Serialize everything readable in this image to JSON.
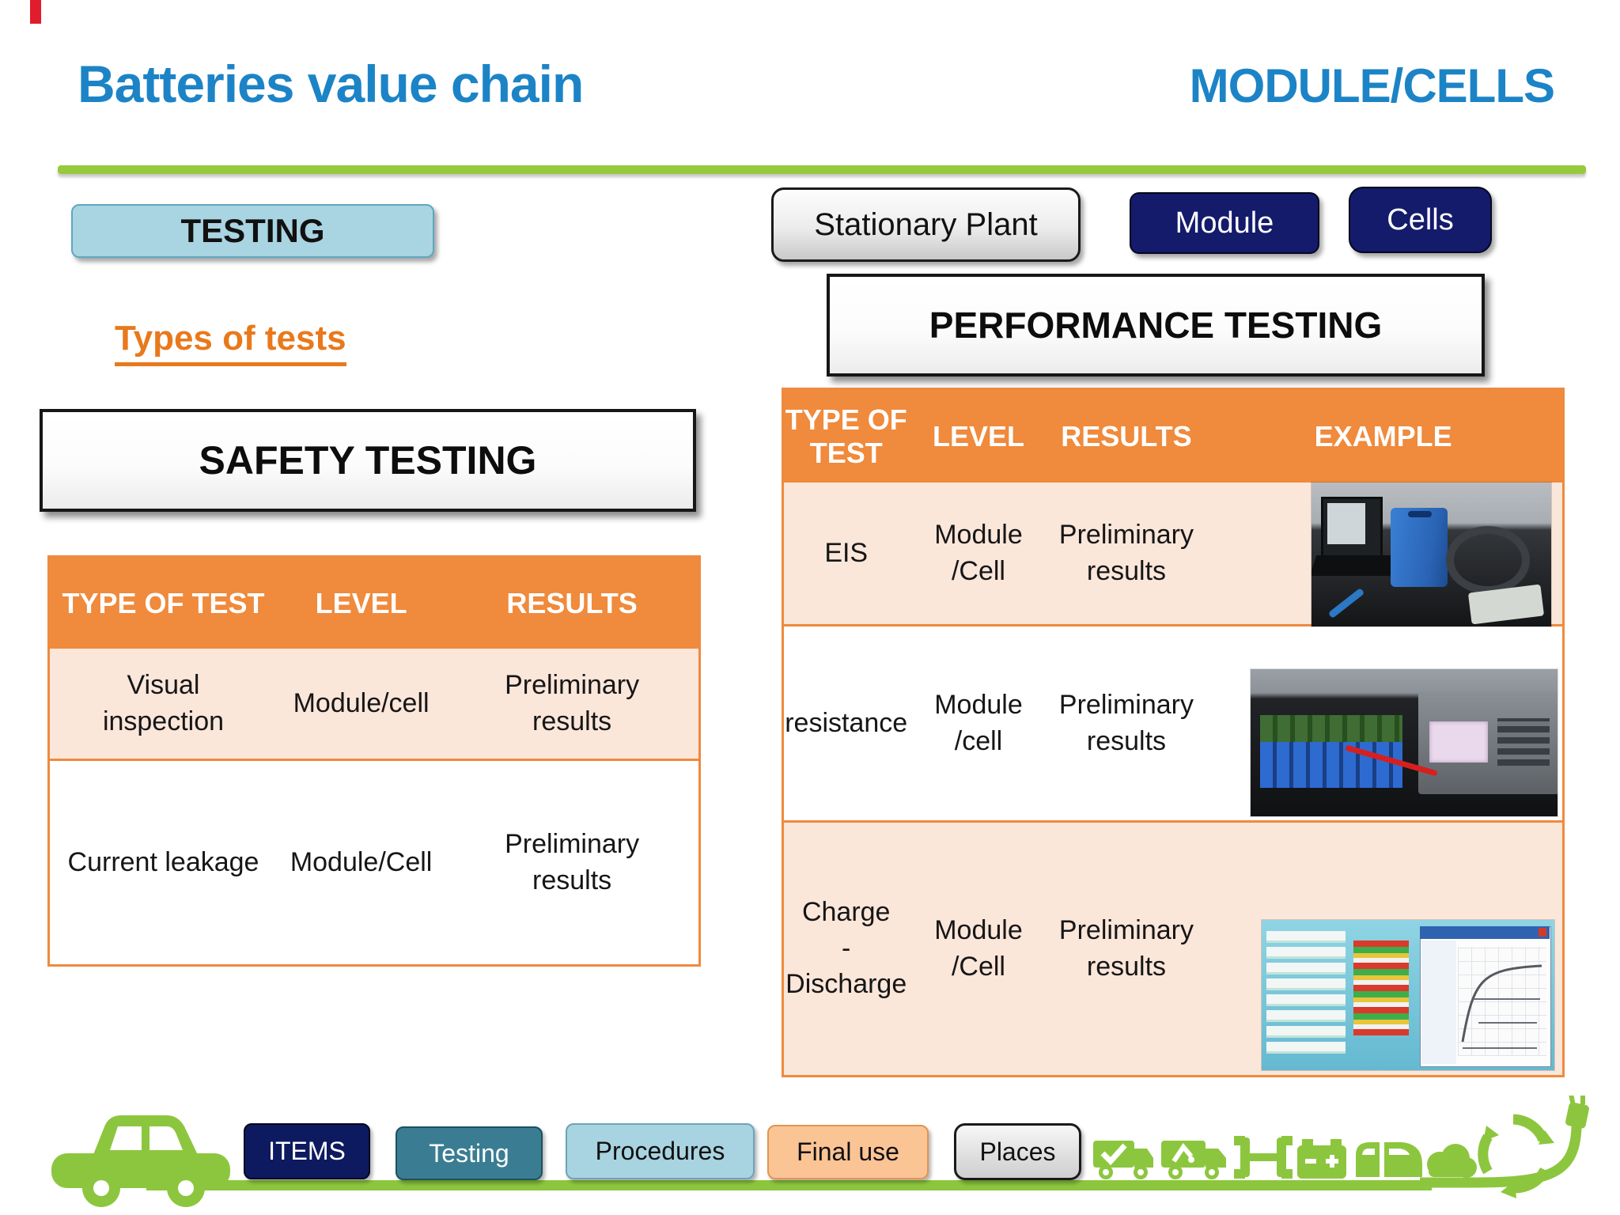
{
  "top_bar": {
    "title": "Batteries value chain",
    "corner_title": "MODULE/CELLS"
  },
  "chips": {
    "testing": "TESTING",
    "stationary_plant": "Stationary Plant",
    "module": "Module",
    "cells": "Cells"
  },
  "left": {
    "subtitle": "Types of tests",
    "box_title": "SAFETY TESTING",
    "table": {
      "headers": [
        "TYPE OF TEST",
        "LEVEL",
        "RESULTS"
      ],
      "rows": [
        {
          "type": "Visual\ninspection",
          "level": "Module/cell",
          "results": "Preliminary\nresults"
        },
        {
          "type": "Current leakage",
          "level": "Module/Cell",
          "results": "Preliminary\nresults"
        }
      ]
    }
  },
  "right": {
    "box_title": "PERFORMANCE TESTING",
    "table": {
      "headers": [
        "TYPE OF\nTEST",
        "LEVEL",
        "RESULTS",
        "EXAMPLE"
      ],
      "rows": [
        {
          "type": "EIS",
          "level": "Module\n/Cell",
          "results": "Preliminary\nresults",
          "example": "eis-test-setup-photo"
        },
        {
          "type": "resistance",
          "level": "Module\n/cell",
          "results": "Preliminary\nresults",
          "example": "battery-module-and-meter-photo"
        },
        {
          "type": "Charge\n-\nDischarge",
          "level": "Module\n/Cell",
          "results": "Preliminary\nresults",
          "example": "charge-discharge-software-photo"
        }
      ]
    }
  },
  "nav": {
    "items": [
      "ITEMS",
      "Testing",
      "Procedures",
      "Final use",
      "Places"
    ]
  },
  "icons": [
    "eco-car-icon",
    "truck-check-icon",
    "truck-crane-icon",
    "chassis-icon",
    "battery-icon",
    "car-doors-icon",
    "cloud-icon",
    "recycle-plug-icon"
  ],
  "colors": {
    "title_blue": "#1c84c6",
    "accent_green": "#8cc63e",
    "table_header_orange": "#f08a3c",
    "table_row_peach": "#fbe6da",
    "table_border_orange": "#ee8a3f",
    "navy_chip": "#141b6b",
    "teal_button": "#3a7d92",
    "light_blue_button": "#a9d4e1",
    "peach_button": "#fbc495",
    "subtitle_orange": "#e8791c",
    "red_mark": "#e11c2c"
  }
}
